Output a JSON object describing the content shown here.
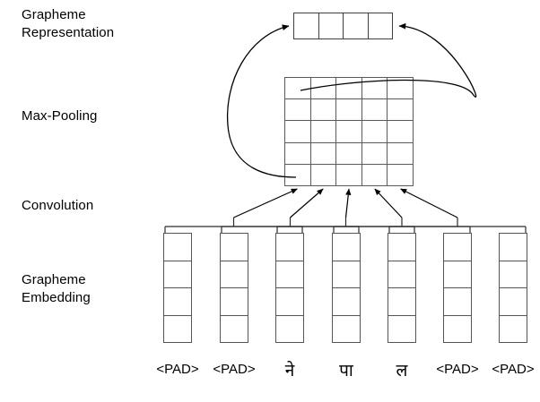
{
  "diagram": {
    "title": "Grapheme-level convolutional encoder diagram",
    "background_color": "#ffffff",
    "line_color": "#3f3f3f",
    "text_color": "#000000"
  },
  "labels": {
    "grapheme_representation": "Grapheme\nRepresentation",
    "max_pooling": "Max-Pooling",
    "convolution": "Convolution",
    "grapheme_embedding": "Grapheme\nEmbedding"
  },
  "grapheme_representation": {
    "cells": 4,
    "rows": 1
  },
  "max_pooling": {
    "columns": 5,
    "rows": 5
  },
  "convolution": {
    "filters": 5,
    "window_size": 3,
    "arrow_count": 5
  },
  "grapheme_embedding": {
    "columns": 7,
    "cells_per_column": 4
  },
  "tokens": [
    {
      "id": "token-0",
      "text": "<PAD>",
      "script": "latin"
    },
    {
      "id": "token-1",
      "text": "<PAD>",
      "script": "latin"
    },
    {
      "id": "token-2",
      "text": "ने",
      "script": "devanagari"
    },
    {
      "id": "token-3",
      "text": "पा",
      "script": "devanagari"
    },
    {
      "id": "token-4",
      "text": "ल",
      "script": "devanagari"
    },
    {
      "id": "token-5",
      "text": "<PAD>",
      "script": "latin"
    },
    {
      "id": "token-6",
      "text": "<PAD>",
      "script": "latin"
    }
  ]
}
